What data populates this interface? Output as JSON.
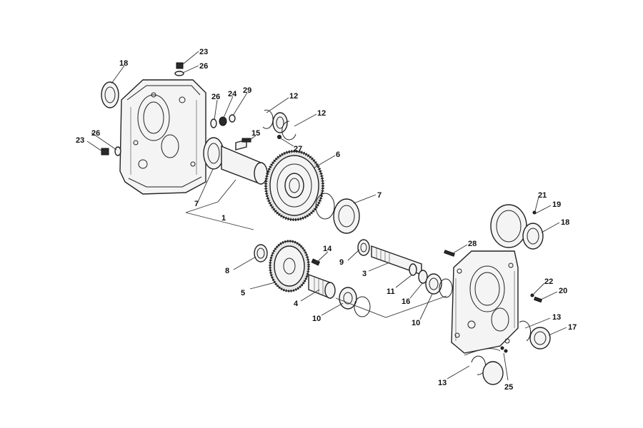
{
  "callouts": [
    {
      "id": "c23a",
      "text": "23"
    },
    {
      "id": "c26a",
      "text": "26"
    },
    {
      "id": "c18a",
      "text": "18"
    },
    {
      "id": "c26b",
      "text": "26"
    },
    {
      "id": "c24",
      "text": "24"
    },
    {
      "id": "c29",
      "text": "29"
    },
    {
      "id": "c12a",
      "text": "12"
    },
    {
      "id": "c12b",
      "text": "12"
    },
    {
      "id": "c15",
      "text": "15"
    },
    {
      "id": "c27",
      "text": "27"
    },
    {
      "id": "c6",
      "text": "6"
    },
    {
      "id": "c26c",
      "text": "26"
    },
    {
      "id": "c23b",
      "text": "23"
    },
    {
      "id": "c7a",
      "text": "7"
    },
    {
      "id": "c1",
      "text": "1"
    },
    {
      "id": "c7b",
      "text": "7"
    },
    {
      "id": "c21",
      "text": "21"
    },
    {
      "id": "c19",
      "text": "19"
    },
    {
      "id": "c18b",
      "text": "18"
    },
    {
      "id": "c28",
      "text": "28"
    },
    {
      "id": "c14",
      "text": "14"
    },
    {
      "id": "c8",
      "text": "8"
    },
    {
      "id": "c9",
      "text": "9"
    },
    {
      "id": "c3",
      "text": "3"
    },
    {
      "id": "c5",
      "text": "5"
    },
    {
      "id": "c11",
      "text": "11"
    },
    {
      "id": "c16",
      "text": "16"
    },
    {
      "id": "c4",
      "text": "4"
    },
    {
      "id": "c10a",
      "text": "10"
    },
    {
      "id": "c10b",
      "text": "10"
    },
    {
      "id": "c22",
      "text": "22"
    },
    {
      "id": "c20",
      "text": "20"
    },
    {
      "id": "c13a",
      "text": "13"
    },
    {
      "id": "c17",
      "text": "17"
    },
    {
      "id": "c13b",
      "text": "13"
    },
    {
      "id": "c25",
      "text": "25"
    }
  ]
}
